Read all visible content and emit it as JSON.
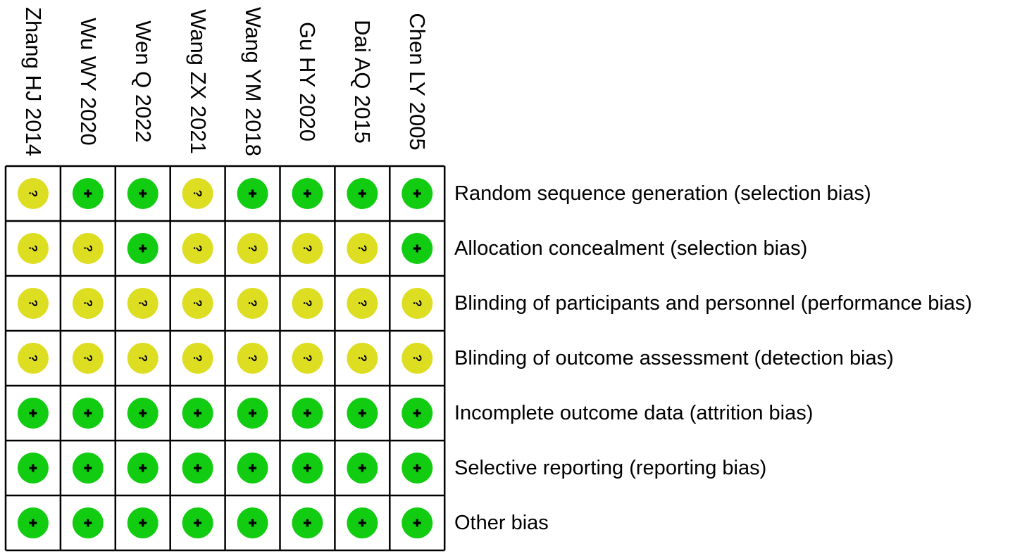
{
  "chart_data": {
    "type": "table",
    "studies": [
      "Zhang HJ 2014",
      "Wu WY 2020",
      "Wen Q 2022",
      "Wang ZX 2021",
      "Wang YM 2018",
      "Gu HY 2020",
      "Dai AQ 2015",
      "Chen LY 2005"
    ],
    "domains": [
      "Random sequence generation (selection bias)",
      "Allocation concealment (selection bias)",
      "Blinding of participants and personnel (performance bias)",
      "Blinding of outcome assessment (detection bias)",
      "Incomplete outcome data (attrition bias)",
      "Selective reporting (reporting bias)",
      "Other bias"
    ],
    "judgements": [
      [
        "?",
        "+",
        "+",
        "?",
        "+",
        "+",
        "+",
        "+"
      ],
      [
        "?",
        "?",
        "+",
        "?",
        "?",
        "?",
        "?",
        "+"
      ],
      [
        "?",
        "?",
        "?",
        "?",
        "?",
        "?",
        "?",
        "?"
      ],
      [
        "?",
        "?",
        "?",
        "?",
        "?",
        "?",
        "?",
        "?"
      ],
      [
        "+",
        "+",
        "+",
        "+",
        "+",
        "+",
        "+",
        "+"
      ],
      [
        "+",
        "+",
        "+",
        "+",
        "+",
        "+",
        "+",
        "+"
      ],
      [
        "+",
        "+",
        "+",
        "+",
        "+",
        "+",
        "+",
        "+"
      ]
    ],
    "colors": {
      "low_risk": "#11cc11",
      "unclear_risk": "#dddd22",
      "grid": "#000000",
      "symbol": "#000000"
    }
  }
}
